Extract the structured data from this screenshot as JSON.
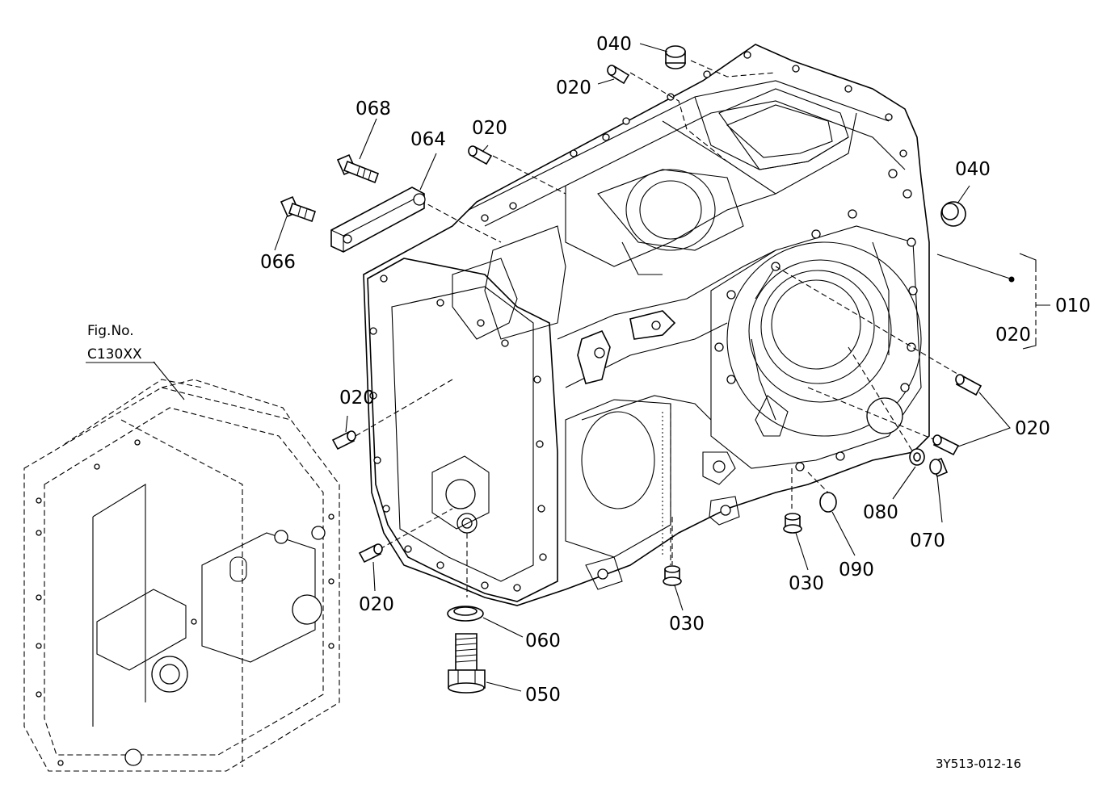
{
  "figure_ref": {
    "title": "Fig.No.",
    "code": "C130XX"
  },
  "callouts": {
    "c040_top": "040",
    "c020_top": "020",
    "c068": "068",
    "c064": "064",
    "c020_mid": "020",
    "c040_right": "040",
    "c066": "066",
    "c010": "010",
    "c020_bracket": "020",
    "c020_left": "020",
    "c020_right": "020",
    "c080": "080",
    "c070": "070",
    "c090": "090",
    "c030_a": "030",
    "c030_b": "030",
    "c020_bottom": "020",
    "c060": "060",
    "c050": "050"
  },
  "drawing_code": "3Y513-012-16"
}
